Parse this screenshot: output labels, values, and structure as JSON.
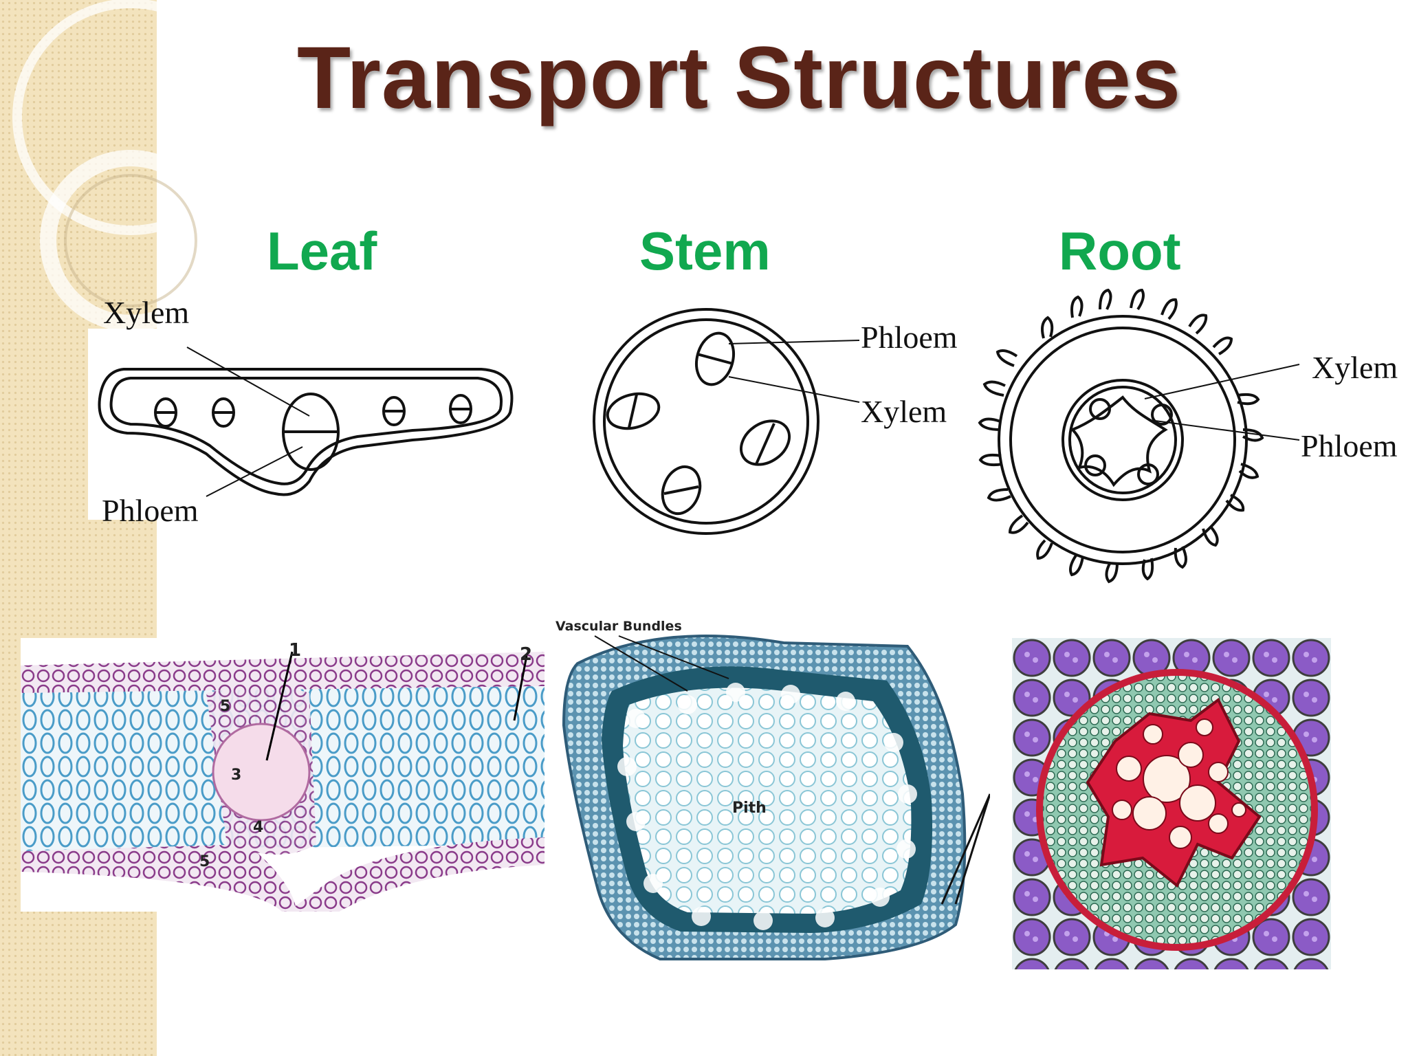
{
  "slide": {
    "title": "Transport Structures"
  },
  "sections": {
    "leaf": {
      "heading": "Leaf",
      "label_top": "Xylem",
      "label_bottom": "Phloem"
    },
    "stem": {
      "heading": "Stem",
      "label_top": "Phloem",
      "label_bottom": "Xylem"
    },
    "root": {
      "heading": "Root",
      "label_top": "Xylem",
      "label_bottom": "Phloem"
    }
  },
  "micrographs": {
    "leaf": {
      "markers": [
        "1",
        "2",
        "3",
        "4",
        "5",
        "5"
      ]
    },
    "stem": {
      "caption": "Vascular Bundles",
      "center_label": "Pith"
    },
    "root": {}
  },
  "colors": {
    "title": "#5a2418",
    "heading": "#11a84f",
    "side_strip": "#f3e3bd"
  }
}
